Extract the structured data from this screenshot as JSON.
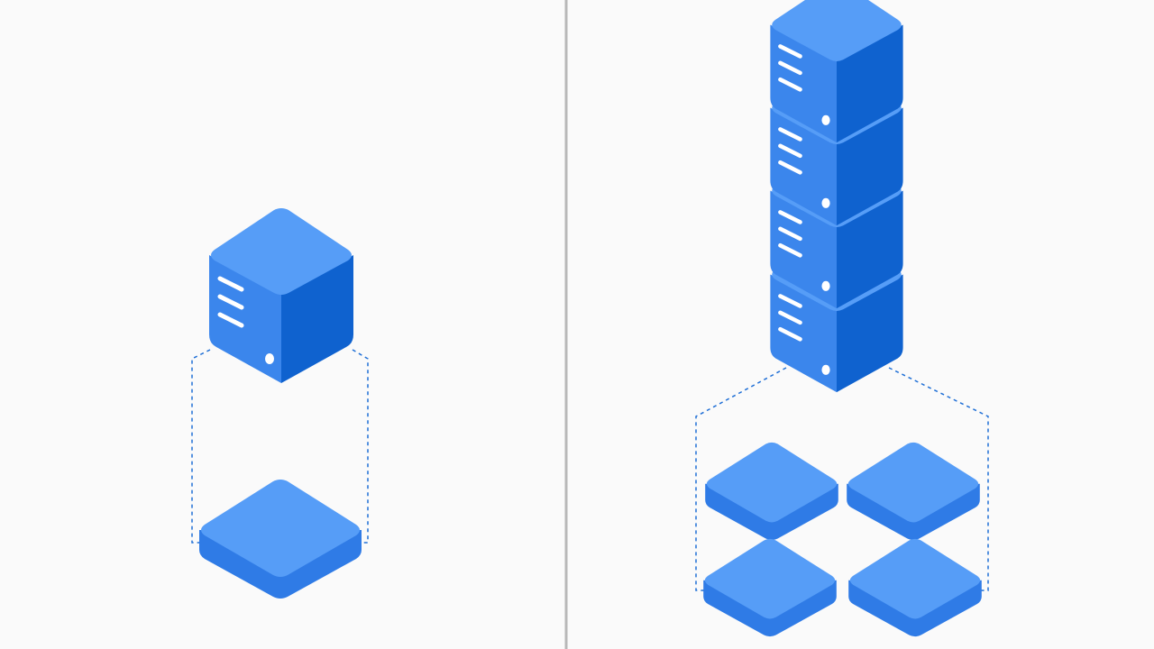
{
  "colors": {
    "background": "#fafafa",
    "top_face": "#569df7",
    "left_face": "#3b86ec",
    "right_face": "#0f62cf",
    "edge": "#1a63d4",
    "slab_side": "#2f7be6",
    "vent": "#ffffff",
    "divider": "#b8b8b8",
    "dashed": "#1f6fd6"
  },
  "panels": [
    {
      "name": "vertical-scaling",
      "servers": 1,
      "storage_slabs": 1
    },
    {
      "name": "horizontal-scaling",
      "servers": 4,
      "storage_slabs": 4
    }
  ],
  "icons": {
    "server": "server-cube-icon",
    "storage": "storage-slab-icon"
  }
}
